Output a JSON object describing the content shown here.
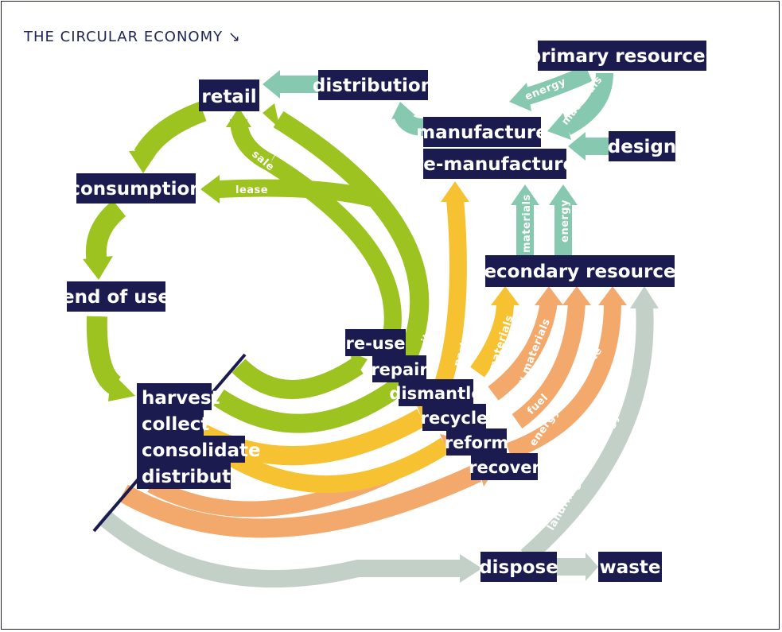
{
  "title": "THE CIRCULAR ECONOMY ↘",
  "colors": {
    "navy": "#1b1b4f",
    "green": "#9cc320",
    "yellow": "#f7c232",
    "orange": "#f4a96c",
    "teal": "#86c9b0",
    "grey": "#c2d0c8"
  },
  "nodes": {
    "retail": "retail",
    "distribution": "distribution",
    "primary_resources": "primary resources",
    "manufacture": "manufacture",
    "re_manufacture": "re-manufacture",
    "design": "design",
    "consumption": "consumption",
    "end_of_use": "end of use",
    "secondary_resources": "secondary resources",
    "harvest": "harvest",
    "collect": "collect",
    "consolidate": "consolidate",
    "distribute": "distribute",
    "re_use": "re-use",
    "repair": "repair",
    "dismantle": "dismantle",
    "recycle": "recycle",
    "reform": "reform",
    "recover": "recover",
    "dispose": "dispose",
    "waste": "waste"
  },
  "flows": {
    "energy_top": "energy",
    "materials_top": "materials",
    "sale": "sale",
    "lease": "lease",
    "materials_mid": "materials",
    "energy_mid": "energy",
    "items": "items",
    "parts": "parts",
    "materials_low": "materials",
    "new_materials": "new materials",
    "fuel": "fuel",
    "energy_from_waste": "energy-from-waste",
    "landfill": "landfill gas to energy"
  }
}
